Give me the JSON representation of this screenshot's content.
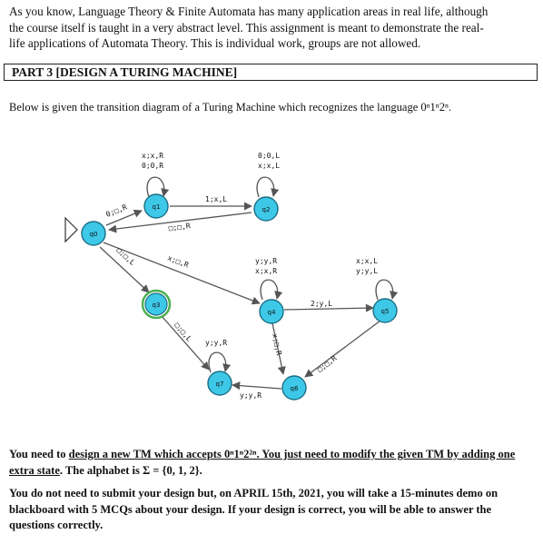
{
  "intro": {
    "line1": "As you know, Language Theory & Finite Automata has many application areas in real life, although",
    "line2": "the course itself is taught in a very abstract level. This assignment is meant to demonstrate the real-",
    "line3": "life applications of Automata Theory. This is individual work, groups are not allowed."
  },
  "part_title": "PART 3 [DESIGN A TURING MACHINE]",
  "description": "Below is given the transition diagram of a Turing Machine which recognizes the language 0ⁿ1ⁿ2ⁿ.",
  "diagram": {
    "states": [
      "q0",
      "q1",
      "q2",
      "q3",
      "q4",
      "q5",
      "q6",
      "q7"
    ],
    "transitions": {
      "q1_loop": [
        "x;x,R",
        "0;0,R"
      ],
      "q2_loop": [
        "0;0,L",
        "x;x,L"
      ],
      "q4_loop": [
        "y;y,R",
        "x;x,R"
      ],
      "q5_loop": [
        "x;x,L",
        "y;y,L"
      ],
      "q7_loop": "y;y,R",
      "q0_q1": "0;□,R",
      "q1_q2": "1;x,L",
      "q2_q0": "□;□,R",
      "q0_q4": "x;□,R",
      "q0_q3": "□;□,L",
      "q3_q7": "□;□,L",
      "q4_q5": "2;y,L",
      "q4_q6": "x;□,R",
      "q5_q6": "□;□,R",
      "q6_q7": "y;y,R"
    }
  },
  "outro": {
    "p1_a": "You need to ",
    "p1_b": "design a new TM which accepts 0ⁿ1ⁿ2²ⁿ. You just need to modify the given TM by adding one extra state",
    "p1_c": ". The alphabet is Σ = {0, 1, 2}.",
    "p2": "You do not need to submit your design but, on APRIL 15th, 2021, you will take a 15-minutes demo on blackboard with 5 MCQs about your design. If your design is correct, you will be able to answer the questions correctly."
  },
  "colors": {
    "state_fill": "#3ec8e8",
    "state_stroke": "#1b6e86",
    "q3_ring": "#4caf50",
    "edge": "#555555"
  }
}
